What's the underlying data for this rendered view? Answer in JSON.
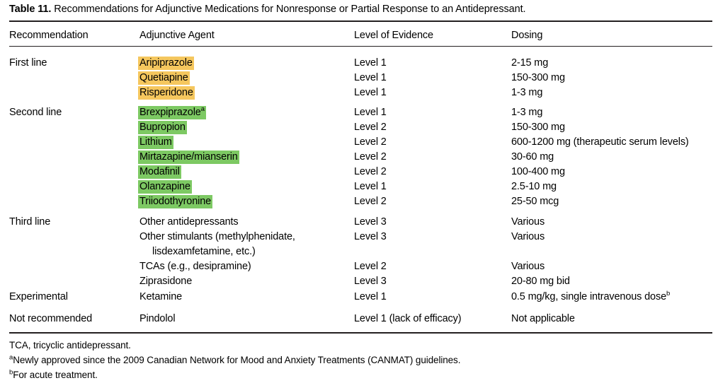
{
  "caption": {
    "label": "Table 11.",
    "text": " Recommendations for Adjunctive Medications for Nonresponse or Partial Response to an Antidepressant."
  },
  "colors": {
    "highlight_orange": "#f5c75e",
    "highlight_green": "#7dc963",
    "rule": "#231f20",
    "text": "#000000"
  },
  "columns": [
    {
      "key": "recommendation",
      "header": "Recommendation"
    },
    {
      "key": "agent",
      "header": "Adjunctive Agent"
    },
    {
      "key": "level",
      "header": "Level of Evidence"
    },
    {
      "key": "dosing",
      "header": "Dosing"
    }
  ],
  "rows": [
    {
      "recommendation": "First line",
      "agent": "Aripiprazole",
      "agent_sup": "",
      "highlight": "orange",
      "level": "Level 1",
      "dosing": "2-15 mg",
      "dosing_sup": ""
    },
    {
      "recommendation": "",
      "agent": "Quetiapine",
      "agent_sup": "",
      "highlight": "orange",
      "level": "Level 1",
      "dosing": "150-300 mg",
      "dosing_sup": ""
    },
    {
      "recommendation": "",
      "agent": "Risperidone",
      "agent_sup": "",
      "highlight": "orange",
      "level": "Level 1",
      "dosing": "1-3 mg",
      "dosing_sup": ""
    },
    {
      "recommendation": "Second line",
      "agent": "Brexpiprazole",
      "agent_sup": "a",
      "highlight": "green",
      "level": "Level 1",
      "dosing": "1-3 mg",
      "dosing_sup": ""
    },
    {
      "recommendation": "",
      "agent": "Bupropion",
      "agent_sup": "",
      "highlight": "green",
      "level": "Level 2",
      "dosing": "150-300 mg",
      "dosing_sup": ""
    },
    {
      "recommendation": "",
      "agent": "Lithium",
      "agent_sup": "",
      "highlight": "green",
      "level": "Level 2",
      "dosing": "600-1200 mg (therapeutic serum levels)",
      "dosing_sup": ""
    },
    {
      "recommendation": "",
      "agent": "Mirtazapine/mianserin",
      "agent_sup": "",
      "highlight": "green",
      "level": "Level 2",
      "dosing": "30-60 mg",
      "dosing_sup": ""
    },
    {
      "recommendation": "",
      "agent": "Modafinil",
      "agent_sup": "",
      "highlight": "green",
      "level": "Level 2",
      "dosing": "100-400 mg",
      "dosing_sup": ""
    },
    {
      "recommendation": "",
      "agent": "Olanzapine",
      "agent_sup": "",
      "highlight": "green",
      "level": "Level 1",
      "dosing": "2.5-10 mg",
      "dosing_sup": ""
    },
    {
      "recommendation": "",
      "agent": "Triiodothyronine",
      "agent_sup": "",
      "highlight": "green",
      "level": "Level 2",
      "dosing": "25-50 mcg",
      "dosing_sup": ""
    },
    {
      "recommendation": "Third line",
      "agent": "Other antidepressants",
      "agent_sup": "",
      "highlight": "none",
      "level": "Level 3",
      "dosing": "Various",
      "dosing_sup": ""
    },
    {
      "recommendation": "",
      "agent": "Other stimulants (methylphenidate,",
      "agent_sup": "",
      "highlight": "none",
      "level": "Level 3",
      "dosing": "Various",
      "dosing_sup": ""
    },
    {
      "recommendation": "",
      "agent": "lisdexamfetamine, etc.)",
      "agent_sup": "",
      "highlight": "none",
      "level": "",
      "dosing": "",
      "dosing_sup": "",
      "agent_indent": true
    },
    {
      "recommendation": "",
      "agent": "TCAs (e.g., desipramine)",
      "agent_sup": "",
      "highlight": "none",
      "level": "Level 2",
      "dosing": "Various",
      "dosing_sup": ""
    },
    {
      "recommendation": "",
      "agent": "Ziprasidone",
      "agent_sup": "",
      "highlight": "none",
      "level": "Level 3",
      "dosing": "20-80 mg bid",
      "dosing_sup": ""
    },
    {
      "recommendation": "Experimental",
      "agent": "Ketamine",
      "agent_sup": "",
      "highlight": "none",
      "level": "Level 1",
      "dosing": "0.5 mg/kg, single intravenous dose",
      "dosing_sup": "b"
    },
    {
      "recommendation": "Not recommended",
      "agent": "Pindolol",
      "agent_sup": "",
      "highlight": "none",
      "level": "Level 1 (lack of efficacy)",
      "dosing": "Not applicable",
      "dosing_sup": ""
    }
  ],
  "footnotes": [
    {
      "sup": "",
      "text": "TCA, tricyclic antidepressant."
    },
    {
      "sup": "a",
      "text": "Newly approved since the 2009 Canadian Network for Mood and Anxiety Treatments (CANMAT) guidelines."
    },
    {
      "sup": "b",
      "text": "For acute treatment."
    }
  ]
}
